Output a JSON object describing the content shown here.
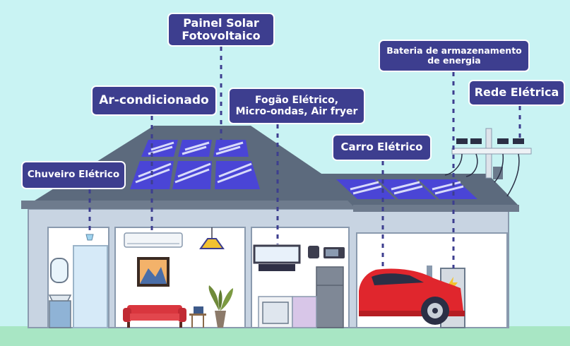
{
  "labels": {
    "solar_panel": {
      "line1": "Painel Solar",
      "line2": "Fotovoltaico"
    },
    "air_conditioner": "Ar-condicionado",
    "kitchen": {
      "line1": "Fogão Elétrico,",
      "line2": "Micro-ondas, Air fryer"
    },
    "battery": {
      "line1": "Bateria de armazenamento",
      "line2": "de energia"
    },
    "grid": "Rede Elétrica",
    "electric_shower": "Chuveiro Elétrico",
    "electric_car": "Carro Elétrico"
  },
  "colors": {
    "sky": "#c9f3f3",
    "label_bg": "#3d3e8f",
    "roof": "#5c6a7d",
    "wall": "#c8d4e2",
    "panel": "#4a45d6",
    "ground": "#a8e6c4",
    "car": "#e0262d",
    "connector": "#3d3e8f"
  }
}
